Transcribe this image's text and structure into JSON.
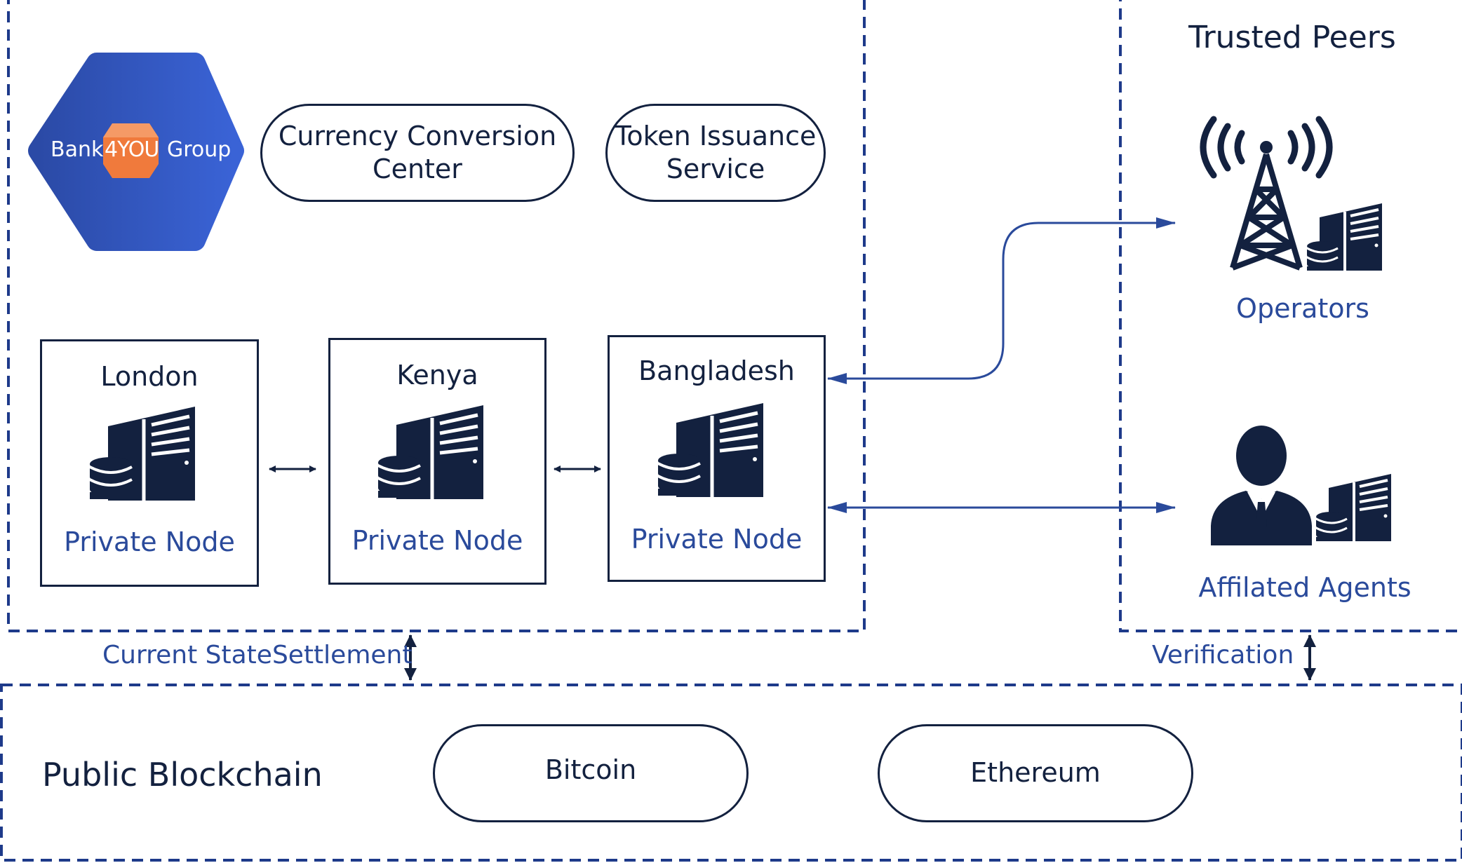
{
  "logo": {
    "word_left": "Bank",
    "word_mid": "4YOU",
    "word_right": "Group",
    "colors": {
      "hex_gradient_start": "#2b4aa6",
      "hex_gradient_end": "#3a63d6",
      "accent": "#f07a3c"
    }
  },
  "services": [
    {
      "line1": "Currency Conversion",
      "line2": "Center"
    },
    {
      "line1": "Token Issuance",
      "line2": "Service"
    }
  ],
  "nodes": [
    {
      "city": "London",
      "label": "Private Node",
      "icon": "server-database-icon"
    },
    {
      "city": "Kenya",
      "label": "Private Node",
      "icon": "server-database-icon"
    },
    {
      "city": "Bangladesh",
      "label": "Private Node",
      "icon": "server-database-icon"
    }
  ],
  "trusted_peers": {
    "title": "Trusted Peers",
    "operators": {
      "label": "Operators",
      "icon": "cell-tower-server-icon"
    },
    "agents": {
      "label": "Affilated Agents",
      "icon": "person-server-icon"
    }
  },
  "links": {
    "settlement": "Current StateSettlement",
    "verification": "Verification"
  },
  "public_blockchain": {
    "title": "Public Blockchain",
    "chains": [
      "Bitcoin",
      "Ethereum"
    ]
  },
  "colors": {
    "navy": "#13213f",
    "dash_blue": "#1e3a8a",
    "link_blue": "#2a4a9b"
  }
}
